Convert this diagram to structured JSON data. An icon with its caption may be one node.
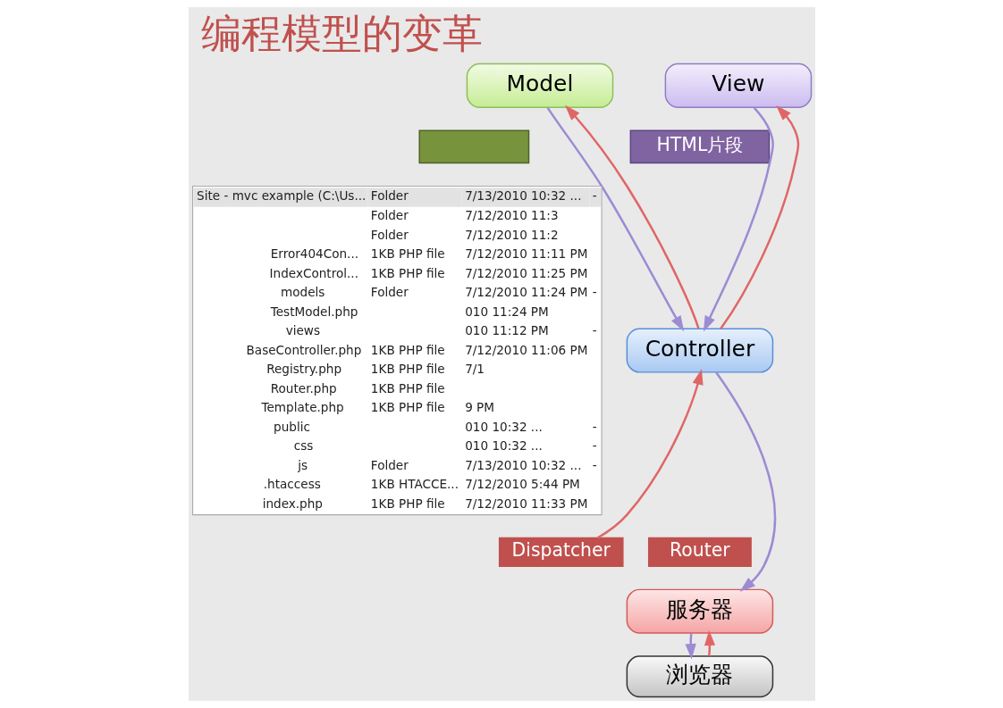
{
  "diagram": {
    "title": "编程模型的变革",
    "nodes": [
      {
        "text": [
          "Model"
        ]
      },
      {
        "text": [
          "View"
        ]
      },
      {
        "text": [],
        "shape": "box"
      },
      {
        "text": [
          "HTML片段"
        ]
      },
      {
        "text": [
          "Controller"
        ]
      },
      {
        "text": [
          "Dispatcher"
        ]
      },
      {
        "text": [
          "Router"
        ]
      },
      {
        "text": [
          "服务器"
        ]
      },
      {
        "text": [
          "浏览器"
        ]
      }
    ],
    "edges": [
      {
        "from": 4,
        "to": 0,
        "arrow": "to",
        "color": "#e06666"
      },
      {
        "from": 0,
        "to": 4,
        "arrow": "to",
        "color": "#9d8bd3"
      },
      {
        "from": 4,
        "to": 1,
        "arrow": "to",
        "color": "#e06666"
      },
      {
        "from": 1,
        "to": 4,
        "arrow": "to",
        "color": "#9d8bd3"
      },
      {
        "from": 4,
        "to": 7,
        "arrow": "to",
        "color": "#9d8bd3"
      },
      {
        "from": 5,
        "to": 4,
        "arrow": "to",
        "color": "#e06666"
      },
      {
        "from": 7,
        "to": 8,
        "arrow": "to",
        "color": "#9d8bd3"
      },
      {
        "from": 8,
        "to": 7,
        "arrow": "to",
        "color": "#e06666"
      }
    ],
    "labels": [
      "Site - mvc example (C:\\Us...",
      "Folder",
      "7/13/2010 10:32 ...",
      "-",
      "Folder",
      "7/12/2010 11:3",
      "Folder",
      "7/12/2010 11:2",
      "Error404Con...",
      "1KB PHP file",
      "7/12/2010 11:11 PM",
      "IndexControl...",
      "1KB PHP file",
      "7/12/2010 11:25 PM",
      "models",
      "Folder",
      "7/12/2010 11:24 PM",
      "-",
      "TestModel.php",
      "010 11:24 PM",
      "views",
      "010 11:12 PM",
      "-",
      "BaseController.php",
      "1KB PHP file",
      "7/12/2010 11:06 PM",
      "Registry.php",
      "1KB PHP file",
      "7/1",
      "Router.php",
      "1KB PHP file",
      "Template.php",
      "1KB PHP file",
      "9 PM",
      "public",
      "010 10:32 ...",
      "-",
      "css",
      "010 10:32 ...",
      "-",
      "js",
      "Folder",
      "7/13/2010 10:32 ...",
      "-",
      ".htaccess",
      "1KB HTACCE...",
      "7/12/2010 5:44 PM",
      "index.php",
      "1KB PHP file",
      "7/12/2010 11:33 PM"
    ]
  }
}
